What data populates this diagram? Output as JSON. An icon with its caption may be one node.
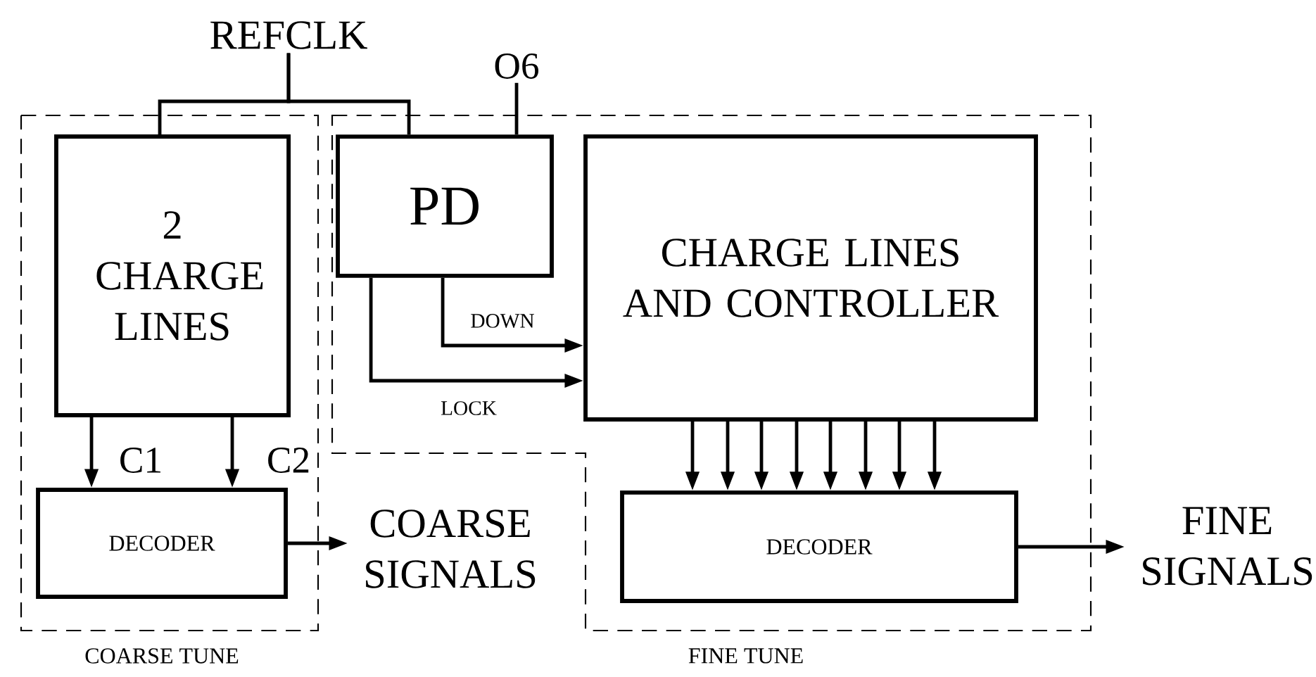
{
  "diagram": {
    "nodes": [
      {
        "text": [
          "COARSE TUNE"
        ]
      },
      {
        "text": [
          "FINE TUNE"
        ]
      },
      {
        "text": [
          "2 CHARGE LINES"
        ],
        "in": 0
      },
      {
        "text": [
          "PD"
        ],
        "in": 1
      },
      {
        "text": [
          "CHARGE LINES AND CONTROLLER"
        ],
        "in": 1
      },
      {
        "text": [
          "DECODER"
        ],
        "in": 0
      },
      {
        "text": [
          "DECODER"
        ],
        "in": 1
      },
      {
        "text": [
          "REFCLK"
        ]
      },
      {
        "text": [
          "O6"
        ]
      },
      {
        "text": [
          "COARSE SIGNALS"
        ]
      },
      {
        "text": [
          "FINE SIGNALS"
        ]
      }
    ],
    "edges": [
      {
        "from": 7,
        "to": 2,
        "arrow": "none"
      },
      {
        "from": 7,
        "to": 3,
        "arrow": "none"
      },
      {
        "from": 8,
        "to": 3,
        "arrow": "none"
      },
      {
        "from": 3,
        "to": 4,
        "arrow": "to",
        "label": "DOWN"
      },
      {
        "from": 3,
        "to": 4,
        "arrow": "to",
        "label": "LOCK"
      },
      {
        "from": 2,
        "to": 5,
        "arrow": "to",
        "label": "C1"
      },
      {
        "from": 2,
        "to": 5,
        "arrow": "to",
        "label": "C2"
      },
      {
        "from": 4,
        "to": 6,
        "arrow": "to"
      },
      {
        "from": 4,
        "to": 6,
        "arrow": "to"
      },
      {
        "from": 4,
        "to": 6,
        "arrow": "to"
      },
      {
        "from": 4,
        "to": 6,
        "arrow": "to"
      },
      {
        "from": 4,
        "to": 6,
        "arrow": "to"
      },
      {
        "from": 4,
        "to": 6,
        "arrow": "to"
      },
      {
        "from": 4,
        "to": 6,
        "arrow": "to"
      },
      {
        "from": 4,
        "to": 6,
        "arrow": "to"
      },
      {
        "from": 5,
        "to": 9,
        "arrow": "to"
      },
      {
        "from": 6,
        "to": 10,
        "arrow": "to"
      }
    ]
  }
}
